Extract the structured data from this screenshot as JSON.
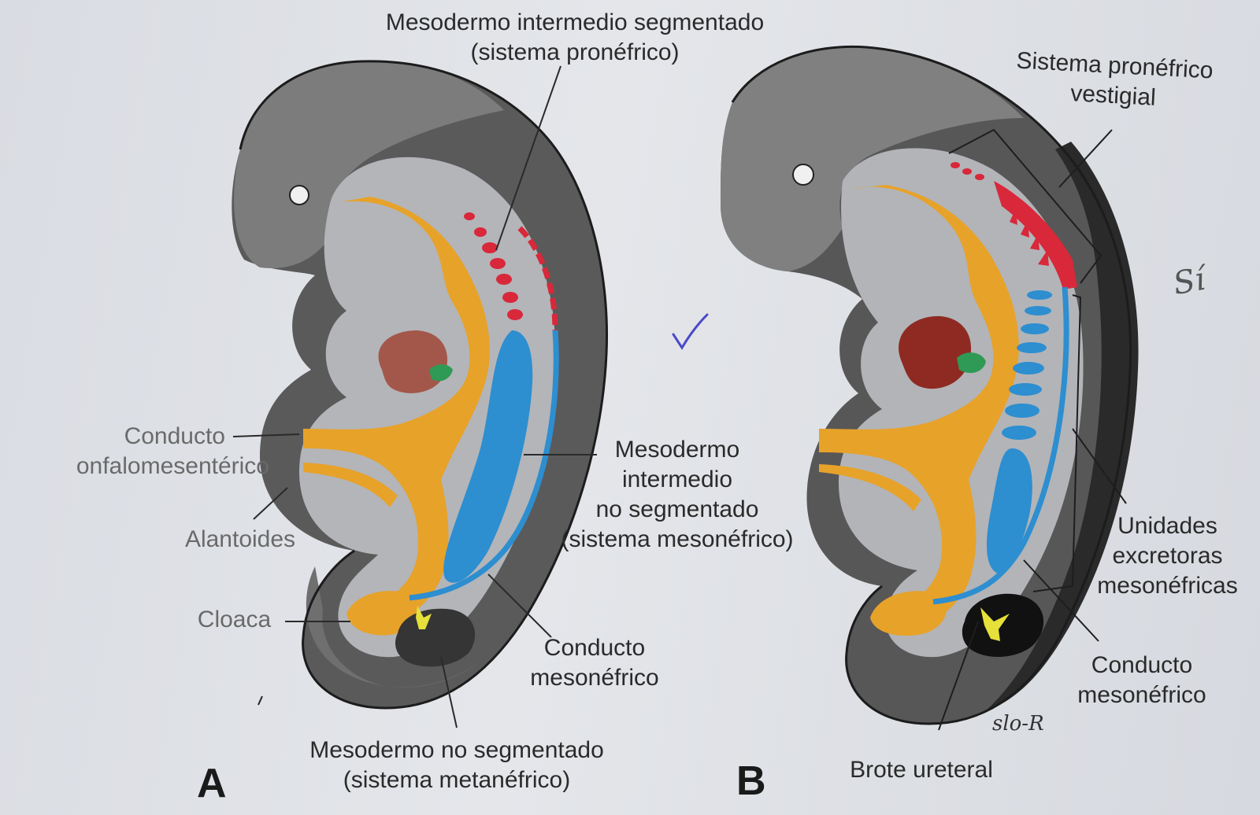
{
  "panels": {
    "a": {
      "letter": "A",
      "labels": {
        "intermediate_segmented_1": "Mesodermo intermedio segmentado",
        "intermediate_segmented_2": "(sistema pronéfrico)",
        "omphalomesenteric_1": "Conducto",
        "omphalomesenteric_2": "onfalomesentérico",
        "allantois": "Alantoides",
        "cloaca": "Cloaca",
        "unsegmented_intermediate_1": "Mesodermo",
        "unsegmented_intermediate_2": "intermedio",
        "unsegmented_intermediate_3": "no segmentado",
        "unsegmented_intermediate_4": "(sistema mesonéfrico)",
        "mesonephric_duct_1": "Conducto",
        "mesonephric_duct_2": "mesonéfrico",
        "unsegmented_mesoderm_1": "Mesodermo no segmentado",
        "unsegmented_mesoderm_2": "(sistema metanéfrico)"
      }
    },
    "b": {
      "letter": "B",
      "labels": {
        "vestigial_pronephric_1": "Sistema pronéfrico",
        "vestigial_pronephric_2": "vestigial",
        "excretory_units_1": "Unidades",
        "excretory_units_2": "excretoras",
        "excretory_units_3": "mesonéfricas",
        "mesonephric_duct_1": "Conducto",
        "mesonephric_duct_2": "mesonéfrico",
        "ureteric_bud": "Brote ureteral"
      }
    }
  },
  "handwriting": {
    "signature": "slo-R",
    "margin_note": "Sí"
  },
  "colors": {
    "embryo_outer": "#4e4e4e",
    "embryo_mid": "#8c8c8c",
    "embryo_inner": "#b4b6ba",
    "gut": "#e7a22a",
    "pronephros": "#d8283a",
    "mesonephros": "#2d8ed0",
    "heart": "#8e2a22",
    "liver_bud": "#2e9a55",
    "ureteric_bud": "#e6e03a",
    "metanephros": "#161616",
    "check_mark": "#4a4ac8"
  }
}
